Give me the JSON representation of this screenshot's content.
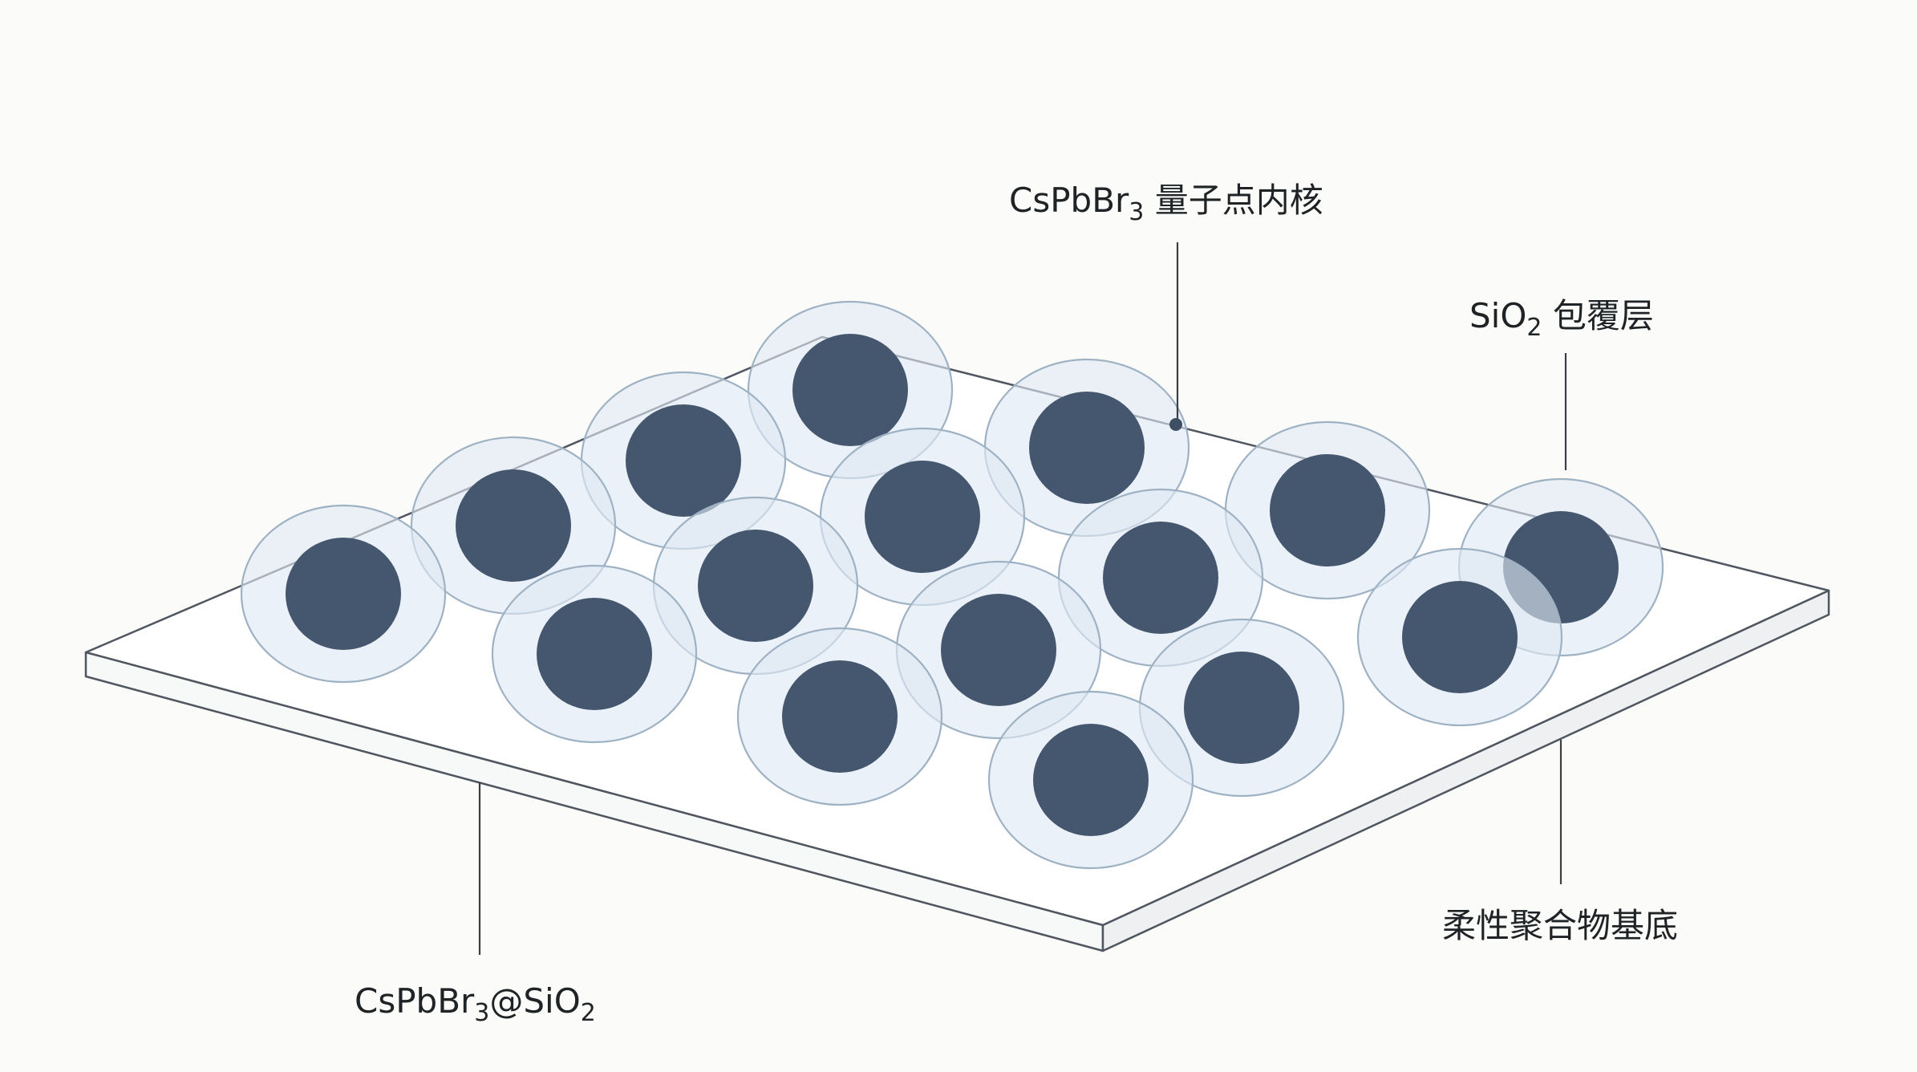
{
  "labels": {
    "core": {
      "prefix": "CsPbBr",
      "sub": "3",
      "suffix": " 量子点内核"
    },
    "shell": {
      "prefix": "SiO",
      "sub": "2",
      "suffix": " 包覆层"
    },
    "substrate": {
      "text": "柔性聚合物基底"
    },
    "composite": {
      "prefix": "CsPbBr",
      "sub": "3",
      "mid": "@SiO",
      "sub2": "2"
    }
  },
  "colors": {
    "background": "#fbfcf9",
    "core": "#45576e",
    "shell_fill": "#dfe9f3",
    "shell_stroke": "#9fb2c4",
    "substrate_stroke": "#4f5660",
    "leader_line": "#3a3f45"
  }
}
